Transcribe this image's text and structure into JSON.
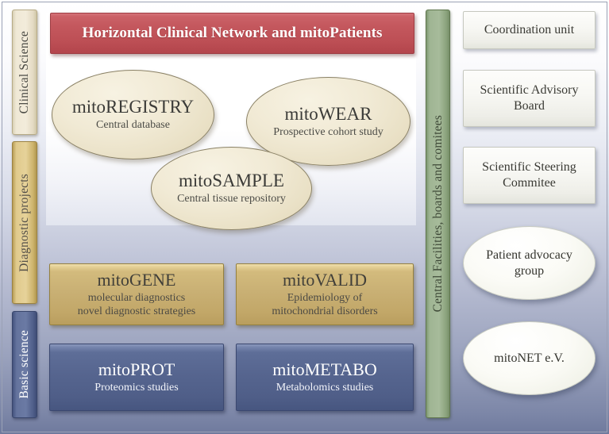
{
  "figure": {
    "banner": {
      "label": "Horizontal Clinical Network and mitoPatients"
    },
    "left_axis": [
      {
        "label": "Clinical Science",
        "color": "#f3ecdb"
      },
      {
        "label": "Diagnostic projects",
        "color": "#e6d29a"
      },
      {
        "label": "Basic science",
        "color": "#6b7aa4"
      }
    ],
    "right_axis": {
      "label": "Central Facilities, boards and comitees",
      "color": "#a7bb9b"
    },
    "clinical_nodes": [
      {
        "title": "mitoREGISTRY",
        "subtitle": "Central database"
      },
      {
        "title": "mitoWEAR",
        "subtitle": "Prospective cohort study"
      },
      {
        "title": "mitoSAMPLE",
        "subtitle": "Central tissue repository"
      }
    ],
    "diagnostic_nodes": [
      {
        "title": "mitoGENE",
        "subtitle_1": "molecular diagnostics",
        "subtitle_2": "novel diagnostic strategies"
      },
      {
        "title": "mitoVALID",
        "subtitle_1": "Epidemiology of",
        "subtitle_2": "mitochondrial disorders"
      }
    ],
    "basic_nodes": [
      {
        "title": "mitoPROT",
        "subtitle": "Proteomics studies"
      },
      {
        "title": "mitoMETABO",
        "subtitle": "Metabolomics studies"
      }
    ],
    "central_boxes": [
      {
        "label": "Coordination unit"
      },
      {
        "label": "Scientific Advisory Board"
      },
      {
        "label": "Scientific Steering Commitee"
      }
    ],
    "central_ovals": [
      {
        "label": "Patient advocacy group"
      },
      {
        "label": "mitoNET e.V."
      }
    ],
    "colors": {
      "banner_red": "#c4585e",
      "cream": "#f3ecdb",
      "gold": "#c9b074",
      "blue": "#56658f",
      "green": "#a7bb9b",
      "oval_cream": "#f1ead5"
    }
  }
}
